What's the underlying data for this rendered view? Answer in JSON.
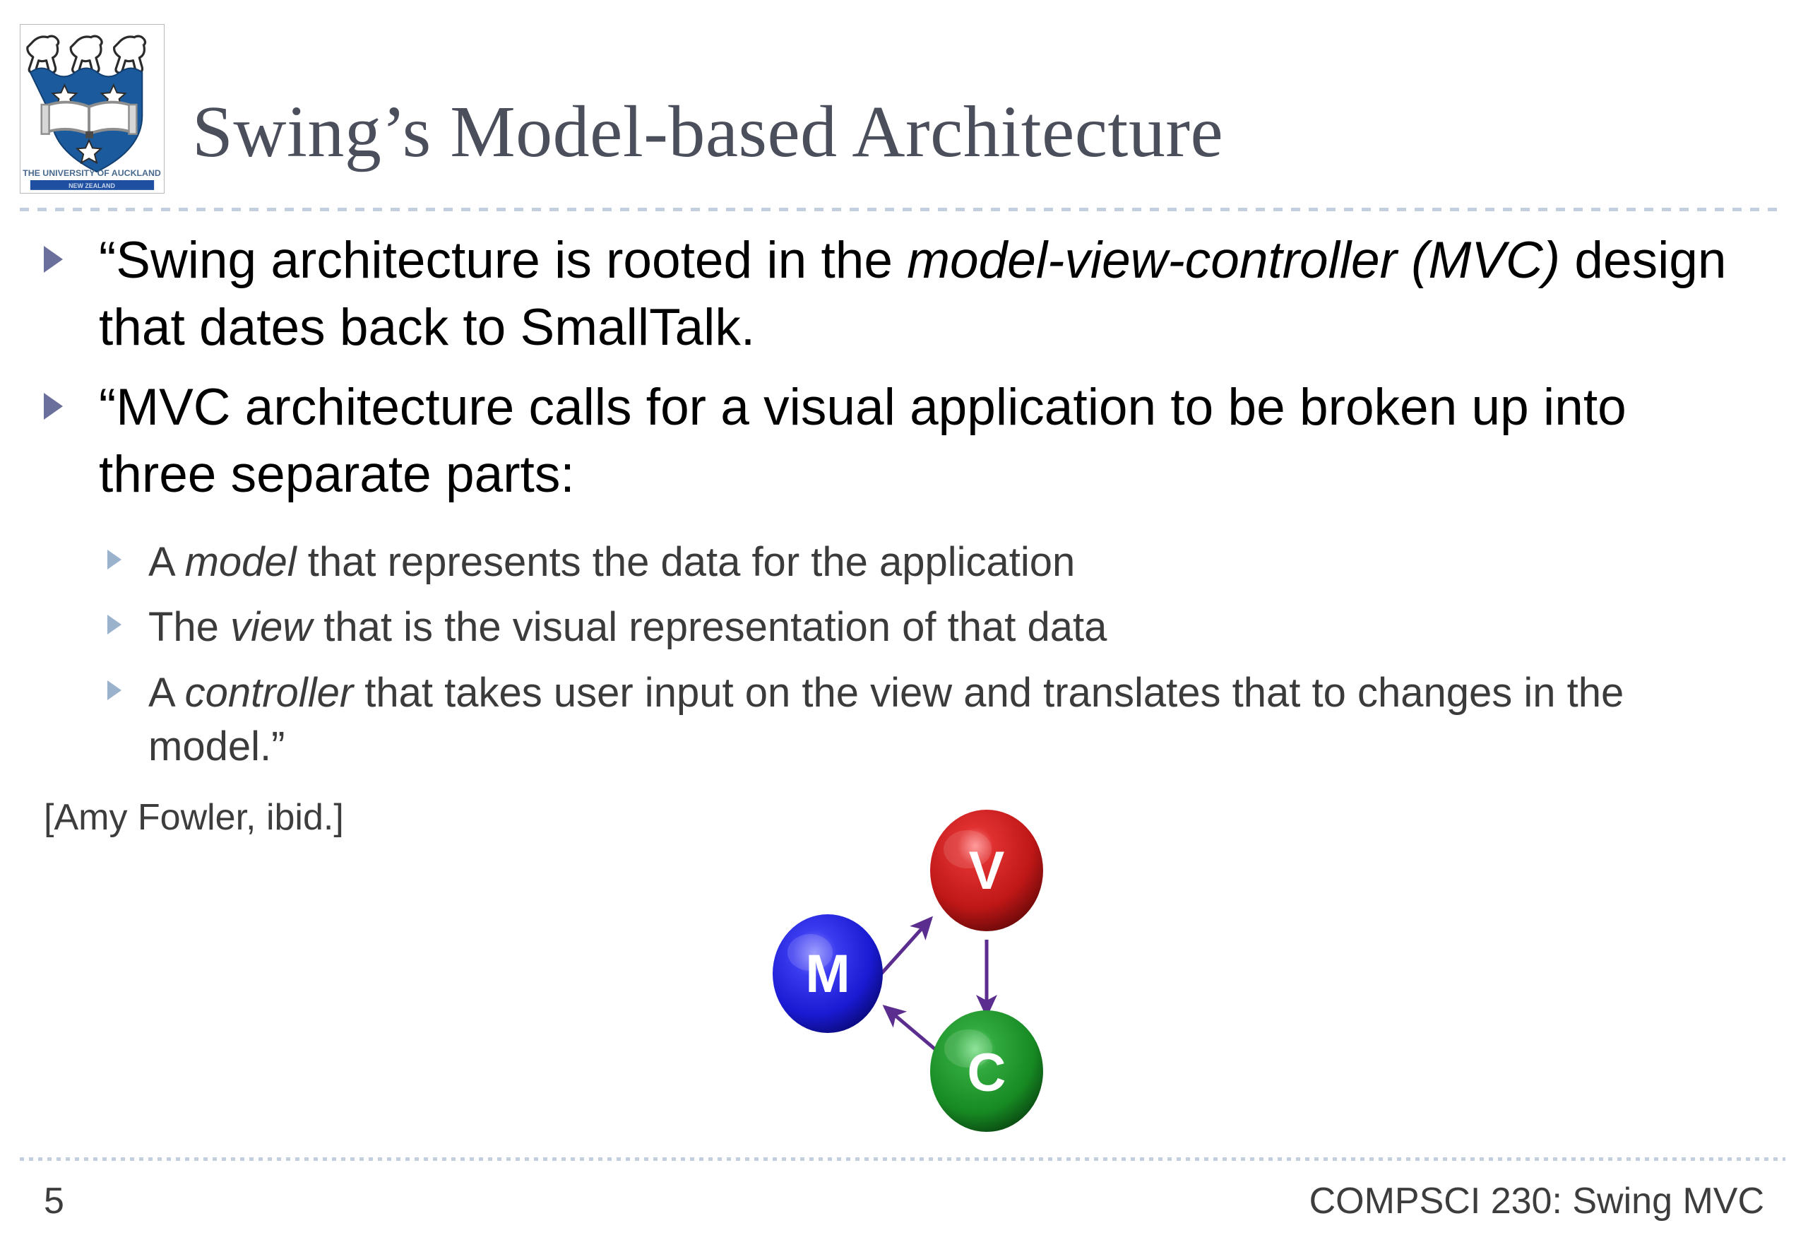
{
  "slide": {
    "title": "Swing’s Model-based Architecture",
    "logo": {
      "line1": "THE UNIVERSITY OF AUCKLAND",
      "line2": "NEW ZEALAND",
      "shield_color": "#1b5a9c",
      "bar_color": "#1f4fa0"
    },
    "bullets": [
      {
        "level": 1,
        "marker": "triangle-right-bullet",
        "segments": [
          {
            "text": "“Swing architecture is rooted in the ",
            "style": "normal"
          },
          {
            "text": "model-view-controller",
            "style": "italic"
          },
          {
            "text": " ",
            "style": "normal"
          },
          {
            "text": "(MVC)",
            "style": "italic"
          },
          {
            "text": " design that dates back to SmallTalk.",
            "style": "normal"
          }
        ]
      },
      {
        "level": 1,
        "marker": "triangle-right-bullet",
        "segments": [
          {
            "text": "“MVC architecture calls for a visual application to be broken up into three separate parts:",
            "style": "normal"
          }
        ]
      }
    ],
    "sub_bullets": [
      {
        "marker": "triangle-right-subbullet",
        "segments": [
          {
            "text": "A ",
            "style": "normal"
          },
          {
            "text": "model",
            "style": "italic"
          },
          {
            "text": " that represents the data for the application",
            "style": "normal"
          }
        ]
      },
      {
        "marker": "triangle-right-subbullet",
        "segments": [
          {
            "text": "The ",
            "style": "normal"
          },
          {
            "text": "view",
            "style": "italic"
          },
          {
            "text": " that is the visual representation of that data",
            "style": "normal"
          }
        ]
      },
      {
        "marker": "triangle-right-subbullet",
        "segments": [
          {
            "text": "A ",
            "style": "normal"
          },
          {
            "text": "controller",
            "style": "italic"
          },
          {
            "text": " that takes user input on the view and translates that to changes in the model.”",
            "style": "normal"
          }
        ]
      }
    ],
    "attribution": "[Amy Fowler,  ibid.]",
    "diagram": {
      "name": "mvc-triad-diagram",
      "nodes": [
        {
          "id": "model",
          "label": "M",
          "color": "#1a1ae0",
          "highlight": "#6d6dff",
          "shadow": "#0b0b7a"
        },
        {
          "id": "view",
          "label": "V",
          "color": "#c41a1a",
          "highlight": "#ff6b6b",
          "shadow": "#7a0b0b"
        },
        {
          "id": "controller",
          "label": "C",
          "color": "#1a8a27",
          "highlight": "#5fd16f",
          "shadow": "#0b4a12"
        }
      ],
      "arrows": [
        {
          "from": "M",
          "to": "V"
        },
        {
          "from": "V",
          "to": "C"
        },
        {
          "from": "C",
          "to": "M"
        }
      ],
      "arrow_color": "#5b2d8e"
    },
    "footer": {
      "page_number": "5",
      "label": "COMPSCI 230: Swing MVC"
    },
    "colors": {
      "title": "#4b4e5b",
      "divider": "#c3cede",
      "bullet_marker_l1": "#6b6f9c",
      "bullet_marker_l2": "#9bb2cd",
      "body_text": "#000000",
      "sub_text": "#3b3b3b",
      "footer_text": "#3d3d3d"
    }
  }
}
